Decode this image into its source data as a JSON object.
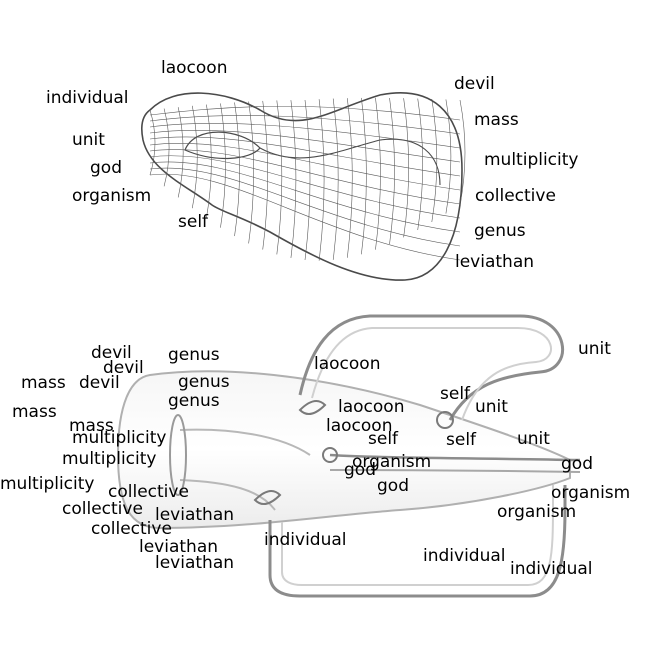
{
  "colors": {
    "wire": "#4a4a4a",
    "glass": "#9a9a9a",
    "glass_light": "#d6d6d6",
    "text": "#000000"
  },
  "wireframe_labels": {
    "laocoon": "laocoon",
    "individual": "individual",
    "unit": "unit",
    "god": "god",
    "organism": "organism",
    "self": "self",
    "devil": "devil",
    "mass": "mass",
    "multiplicity": "multiplicity",
    "collective": "collective",
    "genus": "genus",
    "leviathan": "leviathan"
  },
  "glass_labels": {
    "devil_1": "devil",
    "devil_2": "devil",
    "devil_3": "devil",
    "genus_1": "genus",
    "genus_2": "genus",
    "genus_3": "genus",
    "mass_1": "mass",
    "mass_2": "mass",
    "mass_3": "mass",
    "multiplicity_1": "multiplicity",
    "multiplicity_2": "multiplicity",
    "multiplicity_3": "multiplicity",
    "collective_1": "collective",
    "collective_2": "collective",
    "collective_3": "collective",
    "leviathan_1": "leviathan",
    "leviathan_2": "leviathan",
    "leviathan_3": "leviathan",
    "laocoon_1": "laocoon",
    "laocoon_2": "laocoon",
    "laocoon_3": "laocoon",
    "self_1": "self",
    "self_2": "self",
    "self_3": "self",
    "unit_1": "unit",
    "unit_2": "unit",
    "unit_3": "unit",
    "god_1": "god",
    "god_2": "god",
    "god_3": "god",
    "organism_1": "organism",
    "organism_2": "organism",
    "organism_3": "organism",
    "individual_1": "individual",
    "individual_2": "individual",
    "individual_3": "individual"
  }
}
